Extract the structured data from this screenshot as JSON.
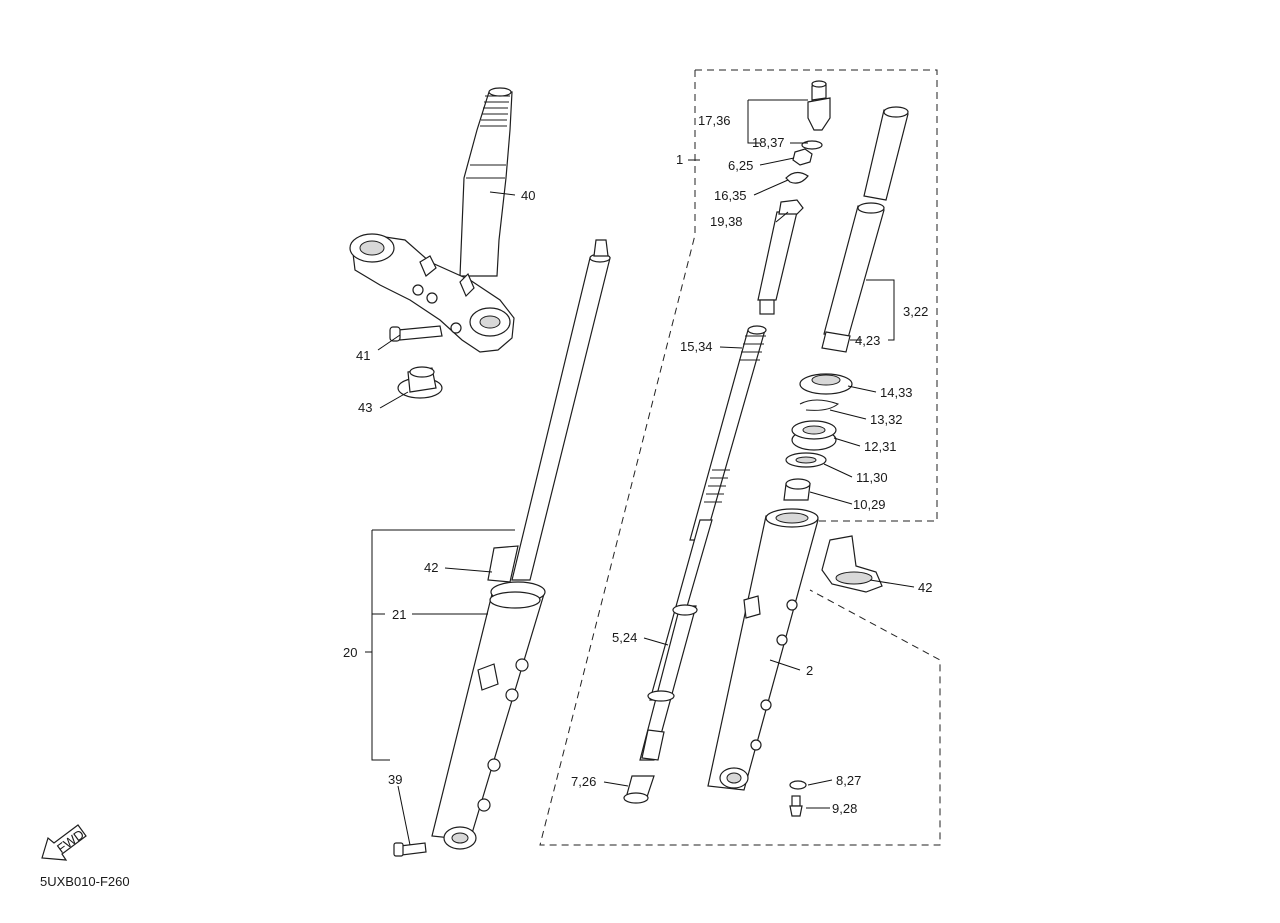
{
  "diagram_code": "5UXB010-F260",
  "fwd_label": "FWD",
  "callouts": {
    "c40": "40",
    "c41": "41",
    "c43": "43",
    "c42a": "42",
    "c21": "21",
    "c20": "20",
    "c39": "39",
    "c1": "1",
    "c17_36": "17,36",
    "c18_37": "18,37",
    "c6_25": "6,25",
    "c16_35": "16,35",
    "c19_38": "19,38",
    "c15_34": "15,34",
    "c3_22": "3,22",
    "c4_23": "4,23",
    "c14_33": "14,33",
    "c13_32": "13,32",
    "c12_31": "12,31",
    "c11_30": "11,30",
    "c10_29": "10,29",
    "c42b": "42",
    "c2": "2",
    "c5_24": "5,24",
    "c7_26": "7,26",
    "c8_27": "8,27",
    "c9_28": "9,28"
  }
}
